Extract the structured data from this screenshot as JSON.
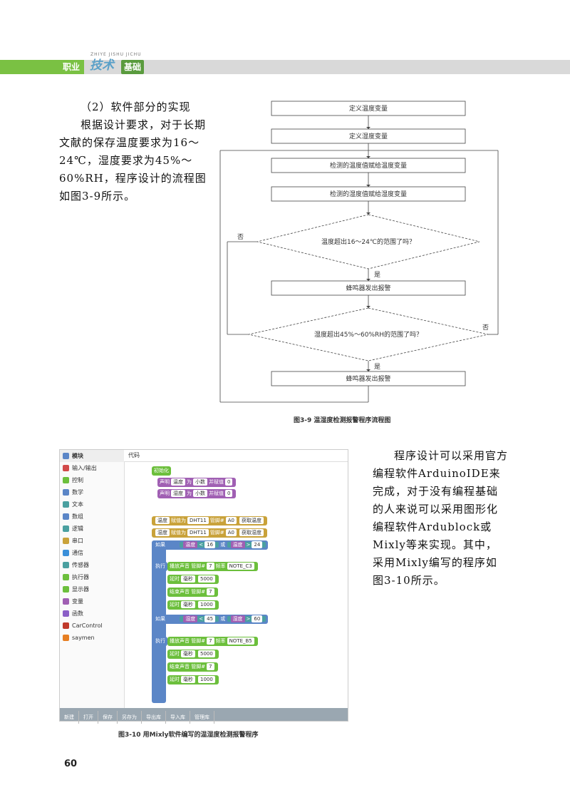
{
  "header": {
    "left": "职业",
    "mid": "技术",
    "right": "基础",
    "sub": "ZHIYE JISHU JICHU"
  },
  "left_text": {
    "heading": "（2）软件部分的实现",
    "body": "根据设计要求，对于长期文献的保存温度要求为16～24℃，湿度要求为45%～60%RH，程序设计的流程图如图3-9所示。"
  },
  "flowchart": {
    "steps": [
      "定义温度变量",
      "定义湿度变量",
      "检测的温度值赋给温度变量",
      "检测的湿度值赋给湿度变量"
    ],
    "decision1": "温度超出16～24℃的范围了吗？",
    "alarm1": "蜂鸣器发出报警",
    "decision2": "湿度超出45%～60%RH的范围了吗？",
    "alarm2": "蜂鸣器发出报警",
    "yes": "是",
    "no": "否",
    "caption": "图3-9   温湿度检测报警程序流程图"
  },
  "right_text": {
    "body": "程序设计可以采用官方编程软件ArduinoIDE来完成，对于没有编程基础的人来说可以采用图形化编程软件Ardublock或Mixly等来实现。其中，采用Mixly编写的程序如图3-10所示。"
  },
  "mixly": {
    "side_title": "模块",
    "tab": "代码",
    "categories": [
      "输入/输出",
      "控制",
      "数学",
      "文本",
      "数组",
      "逻辑",
      "串口",
      "通信",
      "传感器",
      "执行器",
      "显示器",
      "变量",
      "函数",
      "CarControl",
      "saymen"
    ],
    "category_colors": [
      "#d24a4a",
      "#6cbf3c",
      "#5b86c7",
      "#4aa0a0",
      "#5b86c7",
      "#4aa0a0",
      "#c9a23a",
      "#3a8fd9",
      "#4aa0a0",
      "#6cbf3c",
      "#6cbf3c",
      "#a05fb3",
      "#8b5fc7",
      "#c0392b",
      "#e67e22"
    ],
    "blocks": {
      "init": "初始化",
      "decl1": [
        "声明",
        "温度",
        "为",
        "小数",
        "并赋值",
        "0"
      ],
      "decl2": [
        "声明",
        "湿度",
        "为",
        "小数",
        "并赋值",
        "0"
      ],
      "assign1": [
        "温度",
        "赋值为",
        "DHT11",
        "管脚#",
        "A0",
        "获取温度"
      ],
      "assign2": [
        "湿度",
        "赋值为",
        "DHT11",
        "管脚#",
        "A0",
        "获取湿度"
      ],
      "if1": [
        "如果",
        "温度",
        "<",
        "16",
        "或",
        "温度",
        ">",
        "24"
      ],
      "if2": [
        "如果",
        "湿度",
        "<",
        "45",
        "或",
        "湿度",
        ">",
        "60"
      ],
      "exec": "执行",
      "tone1": [
        "播放声音 管脚#",
        "7",
        "频率",
        "NOTE_C3"
      ],
      "tone2": [
        "播放声音 管脚#",
        "7",
        "频率",
        "NOTE_B5"
      ],
      "delay": [
        "延时",
        "毫秒",
        "5000"
      ],
      "notone": [
        "结束声音 管脚#",
        "7"
      ],
      "delay2": [
        "延时",
        "毫秒",
        "1000"
      ]
    },
    "bottom": [
      "新建",
      "打开",
      "保存",
      "另存为",
      "导出库",
      "导入库",
      "管理库"
    ],
    "caption": "图3-10   用Mixly软件编写的温湿度检测报警程序"
  },
  "page_number": "60"
}
